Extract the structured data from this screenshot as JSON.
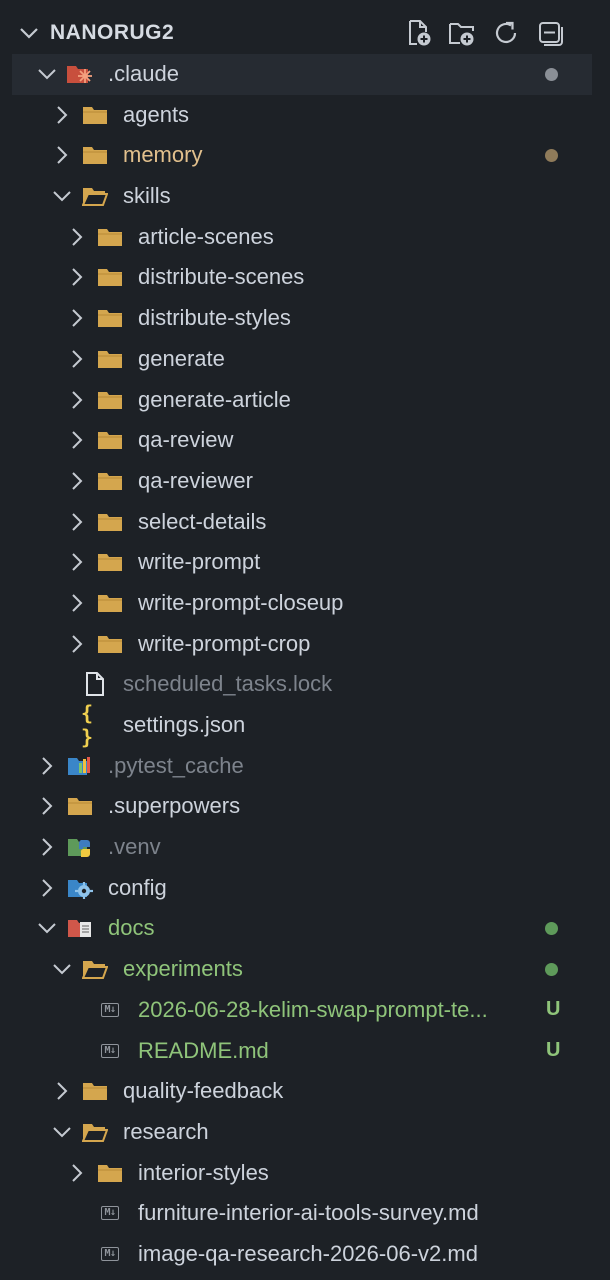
{
  "explorer": {
    "title": "NANORUG2",
    "actions": [
      "new-file",
      "new-folder",
      "refresh",
      "collapse-all"
    ]
  },
  "colors": {
    "background": "#1d2126",
    "selected_row": "#262b32",
    "folder": "#d4a64e",
    "modified_yellow": "#e2c08d",
    "untracked_green": "#8fc47a",
    "muted": "#7d838c"
  },
  "tree": [
    {
      "label": ".claude",
      "depth": 0,
      "state": "open",
      "icon": "claude-folder-icon",
      "style": "normal",
      "dot": "#8a8f96",
      "selected": true
    },
    {
      "label": "agents",
      "depth": 1,
      "state": "closed",
      "icon": "folder-icon",
      "style": "normal"
    },
    {
      "label": "memory",
      "depth": 1,
      "state": "closed",
      "icon": "folder-icon",
      "style": "yellow",
      "dot": "#8f7b5a"
    },
    {
      "label": "skills",
      "depth": 1,
      "state": "open",
      "icon": "folder-open-icon",
      "style": "normal"
    },
    {
      "label": "article-scenes",
      "depth": 2,
      "state": "closed",
      "icon": "folder-icon",
      "style": "normal"
    },
    {
      "label": "distribute-scenes",
      "depth": 2,
      "state": "closed",
      "icon": "folder-icon",
      "style": "normal"
    },
    {
      "label": "distribute-styles",
      "depth": 2,
      "state": "closed",
      "icon": "folder-icon",
      "style": "normal"
    },
    {
      "label": "generate",
      "depth": 2,
      "state": "closed",
      "icon": "folder-icon",
      "style": "normal"
    },
    {
      "label": "generate-article",
      "depth": 2,
      "state": "closed",
      "icon": "folder-icon",
      "style": "normal"
    },
    {
      "label": "qa-review",
      "depth": 2,
      "state": "closed",
      "icon": "folder-icon",
      "style": "normal"
    },
    {
      "label": "qa-reviewer",
      "depth": 2,
      "state": "closed",
      "icon": "folder-icon",
      "style": "normal"
    },
    {
      "label": "select-details",
      "depth": 2,
      "state": "closed",
      "icon": "folder-icon",
      "style": "normal"
    },
    {
      "label": "write-prompt",
      "depth": 2,
      "state": "closed",
      "icon": "folder-icon",
      "style": "normal"
    },
    {
      "label": "write-prompt-closeup",
      "depth": 2,
      "state": "closed",
      "icon": "folder-icon",
      "style": "normal"
    },
    {
      "label": "write-prompt-crop",
      "depth": 2,
      "state": "closed",
      "icon": "folder-icon",
      "style": "normal"
    },
    {
      "label": "scheduled_tasks.lock",
      "depth": 1,
      "state": "file",
      "icon": "file-icon",
      "style": "muted"
    },
    {
      "label": "settings.json",
      "depth": 1,
      "state": "file",
      "icon": "json-icon",
      "style": "normal"
    },
    {
      "label": ".pytest_cache",
      "depth": 0,
      "state": "closed",
      "icon": "pytest-folder-icon",
      "style": "muted"
    },
    {
      "label": ".superpowers",
      "depth": 0,
      "state": "closed",
      "icon": "folder-icon",
      "style": "normal"
    },
    {
      "label": ".venv",
      "depth": 0,
      "state": "closed",
      "icon": "python-folder-icon",
      "style": "muted"
    },
    {
      "label": "config",
      "depth": 0,
      "state": "closed",
      "icon": "config-folder-icon",
      "style": "normal"
    },
    {
      "label": "docs",
      "depth": 0,
      "state": "open",
      "icon": "docs-folder-icon",
      "style": "green",
      "dot": "#5e9a5a"
    },
    {
      "label": "experiments",
      "depth": 1,
      "state": "open",
      "icon": "folder-open-icon",
      "style": "green",
      "dot": "#5e9a5a"
    },
    {
      "label": "2026-06-28-kelim-swap-prompt-te...",
      "depth": 2,
      "state": "file",
      "icon": "markdown-icon",
      "style": "green",
      "badge": "U"
    },
    {
      "label": "README.md",
      "depth": 2,
      "state": "file",
      "icon": "markdown-icon",
      "style": "green",
      "badge": "U"
    },
    {
      "label": "quality-feedback",
      "depth": 1,
      "state": "closed",
      "icon": "folder-icon",
      "style": "normal"
    },
    {
      "label": "research",
      "depth": 1,
      "state": "open",
      "icon": "folder-open-icon",
      "style": "normal"
    },
    {
      "label": "interior-styles",
      "depth": 2,
      "state": "closed",
      "icon": "folder-icon",
      "style": "normal"
    },
    {
      "label": "furniture-interior-ai-tools-survey.md",
      "depth": 2,
      "state": "file",
      "icon": "markdown-icon",
      "style": "normal"
    },
    {
      "label": "image-qa-research-2026-06-v2.md",
      "depth": 2,
      "state": "file",
      "icon": "markdown-icon",
      "style": "normal"
    }
  ]
}
